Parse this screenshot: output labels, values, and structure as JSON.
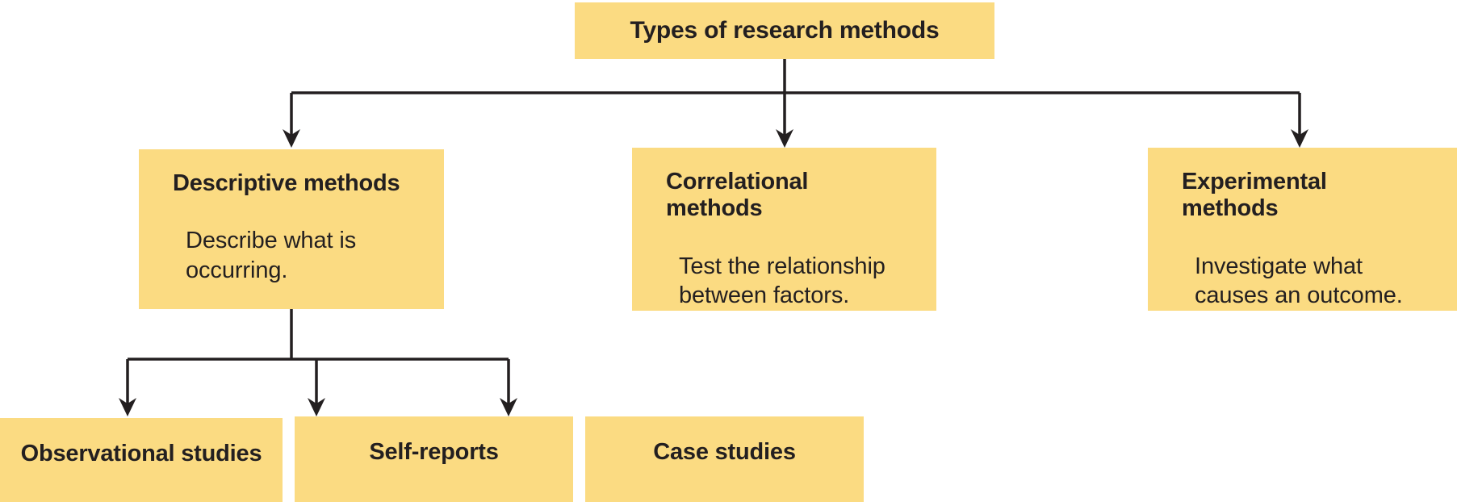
{
  "diagram": {
    "kind": "hierarchy-flowchart",
    "background_color": "#FFFFFF",
    "node_fill_color": "#FBDB82",
    "text_color": "#231F20",
    "connector_color": "#231F20",
    "root": {
      "title": "Types of research methods"
    },
    "branches": [
      {
        "title": "Descriptive methods",
        "description": "Describe what is occurring."
      },
      {
        "title": "Correlational methods",
        "description": "Test the relationship between factors."
      },
      {
        "title": "Experimental methods",
        "description": "Investigate what causes an outcome."
      }
    ],
    "leaves": [
      {
        "title": "Observational studies"
      },
      {
        "title": "Self-reports"
      },
      {
        "title": "Case studies"
      }
    ]
  }
}
